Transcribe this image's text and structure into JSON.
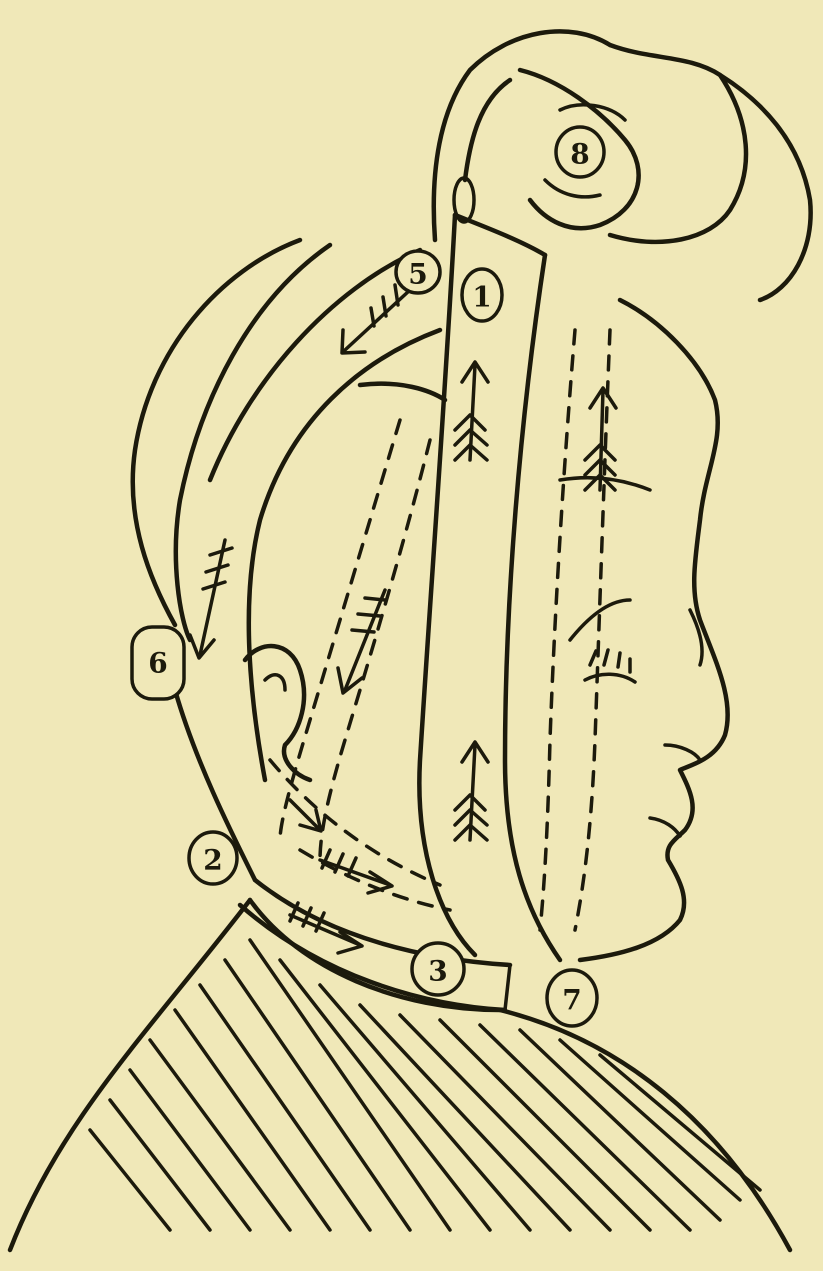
{
  "markers": [
    {
      "id": "m1",
      "label": "1"
    },
    {
      "id": "m2",
      "label": "2"
    },
    {
      "id": "m3",
      "label": "3"
    },
    {
      "id": "m5",
      "label": "5"
    },
    {
      "id": "m6",
      "label": "6"
    },
    {
      "id": "m7",
      "label": "7"
    },
    {
      "id": "m8",
      "label": "8"
    }
  ],
  "colors": {
    "paper": "#f0e8b8",
    "ink": "#1c1a0c"
  }
}
